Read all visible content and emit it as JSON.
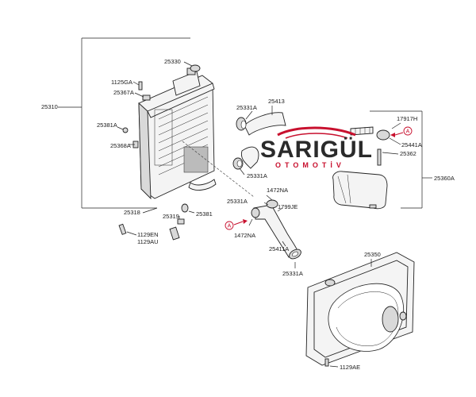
{
  "watermark": {
    "brand": "SARIGÜL",
    "sub": "OTOMOTİV"
  },
  "ref_marker": "A",
  "callouts": {
    "c25330": "25330",
    "c1125GA": "1125GA",
    "c25367A": "25367A",
    "c25310": "25310",
    "c25381A": "25381A",
    "c25368A": "25368A",
    "c25318": "25318",
    "c25319": "25319",
    "c25381": "25381",
    "c1129EN": "1129EN",
    "c1129AU": "1129AU",
    "c25413": "25413",
    "c25331A_1": "25331A",
    "c25331A_2": "25331A",
    "c25331A_3": "25331A",
    "c25331A_4": "25331A",
    "c1472NA_1": "1472NA",
    "c1472NA_2": "1472NA",
    "c1799JE": "1799JE",
    "c25411A": "25411A",
    "c17917H": "17917H",
    "c25441A": "25441A",
    "c25362": "25362",
    "c25360A": "25360A",
    "c25350": "25350",
    "c1129AE": "1129AE"
  },
  "colors": {
    "brand_red": "#c8102e",
    "line": "#222222"
  }
}
